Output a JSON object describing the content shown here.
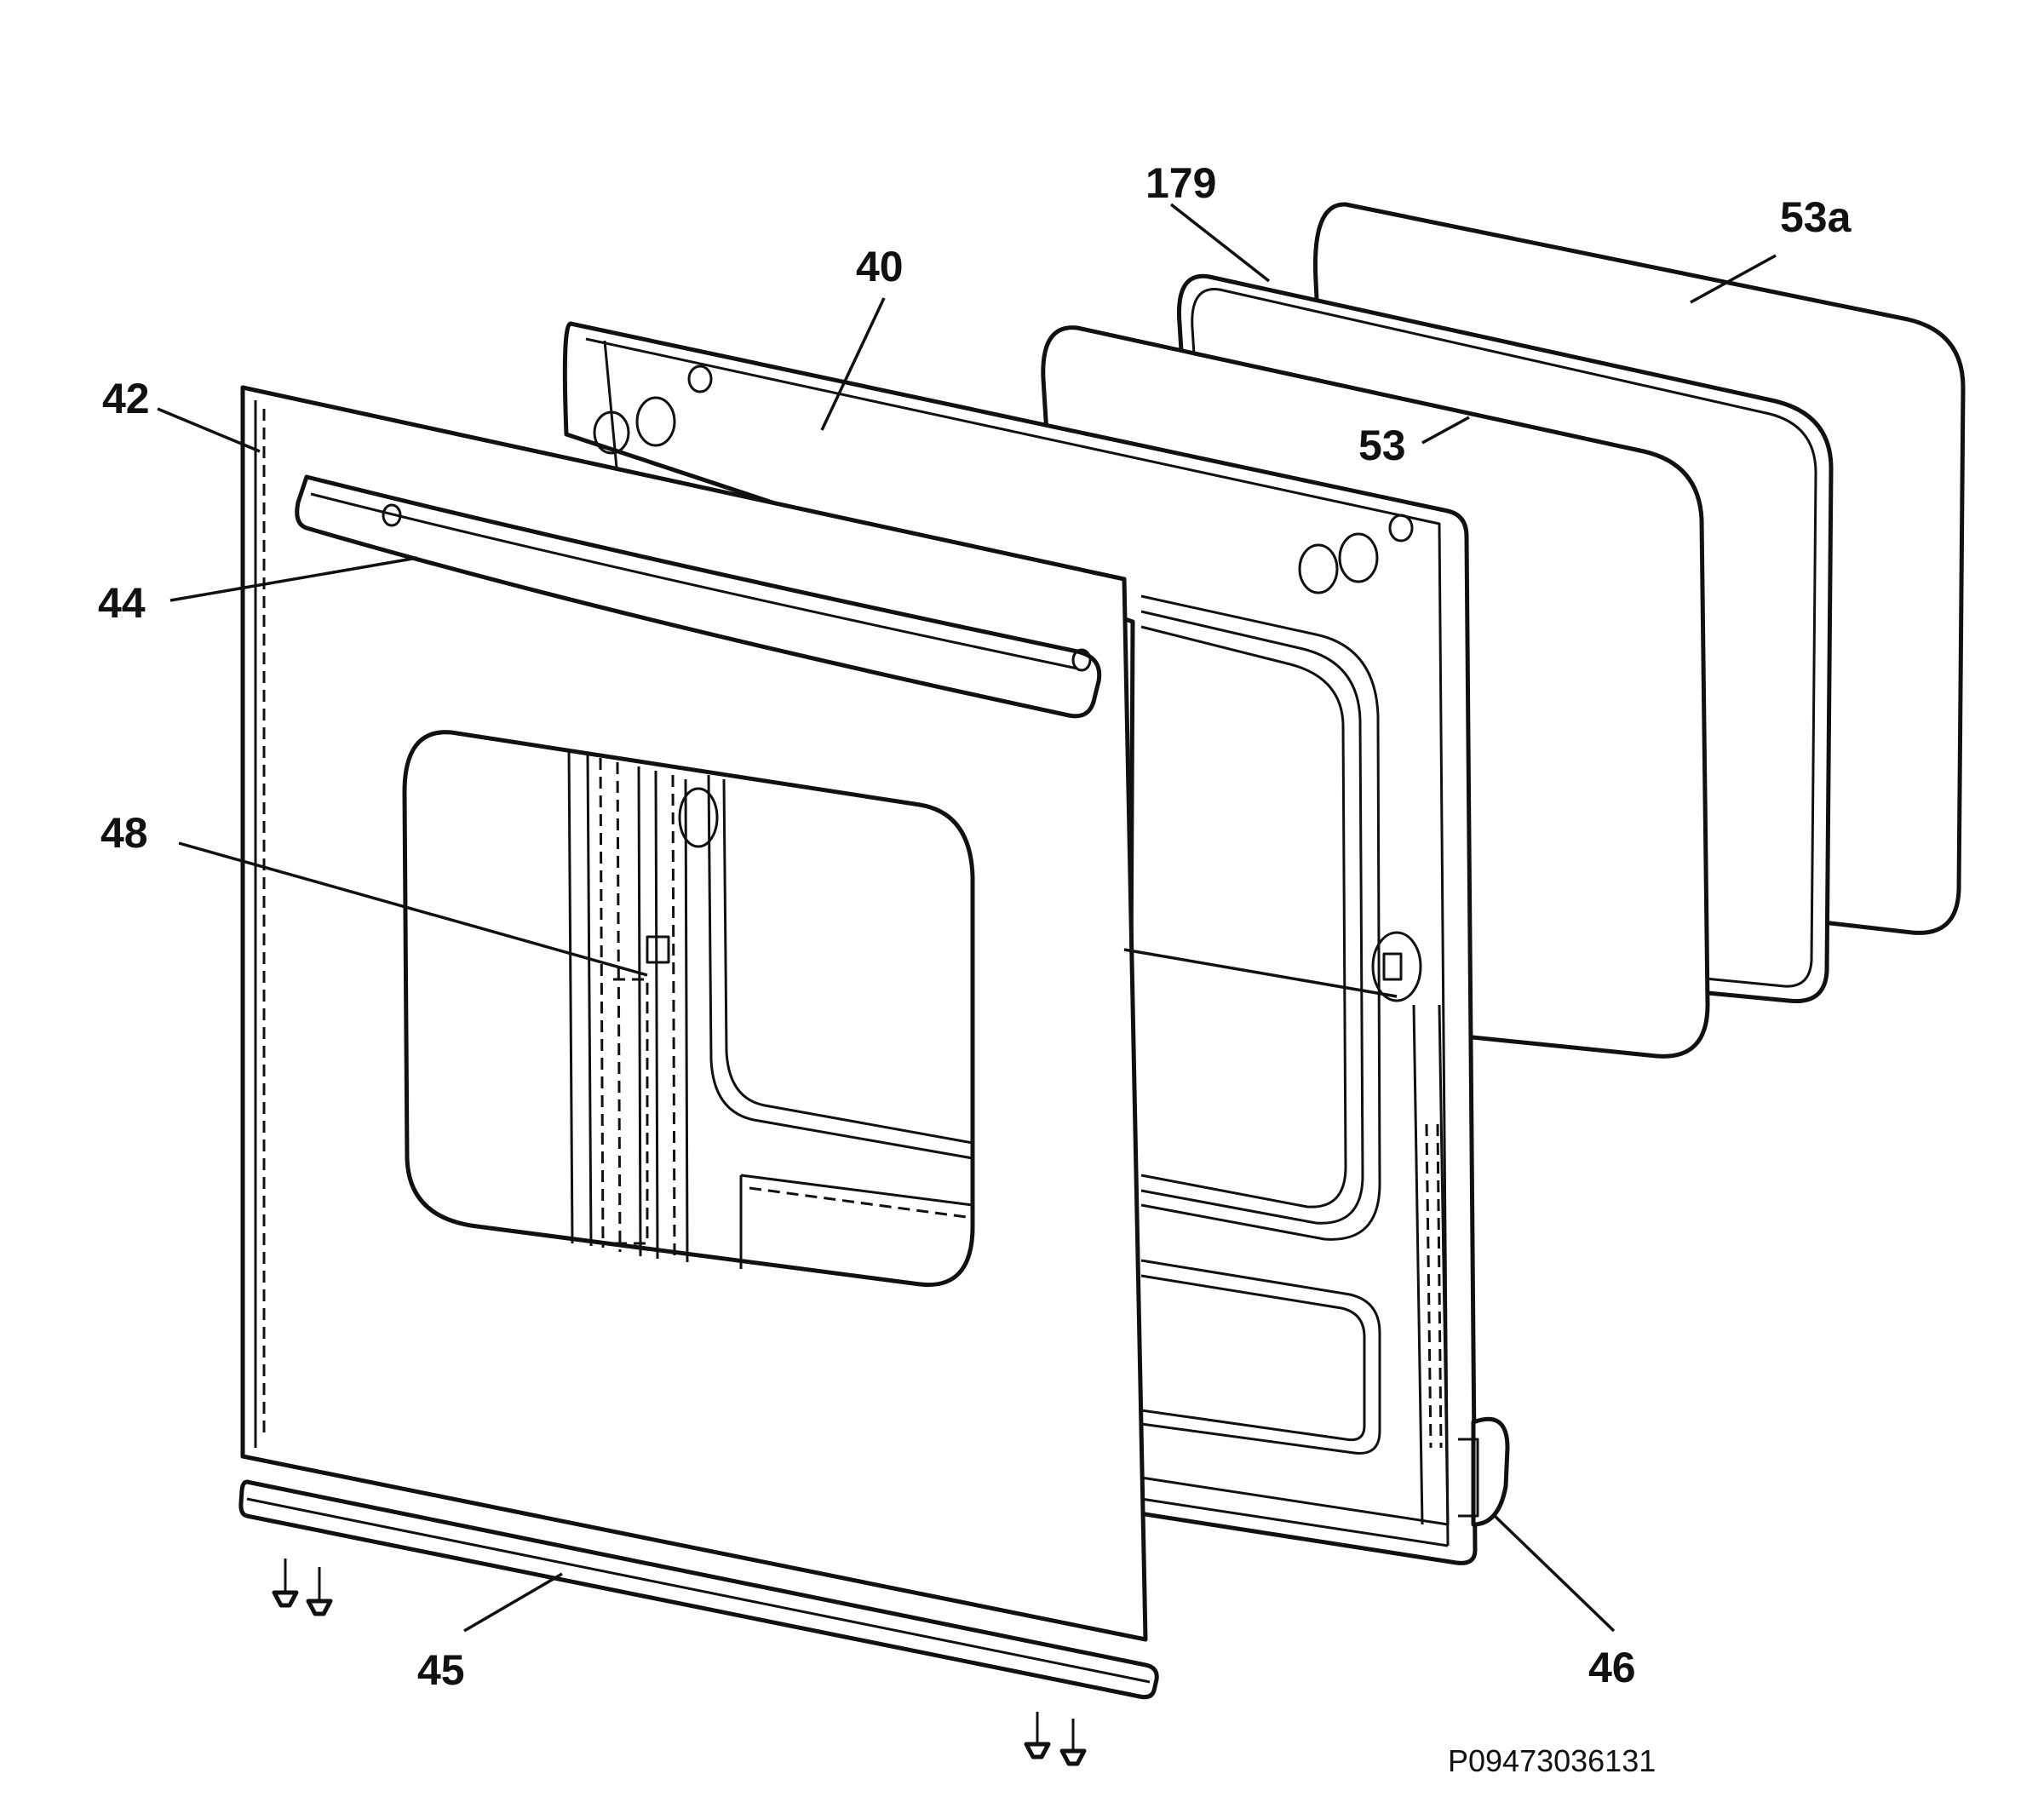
{
  "diagram": {
    "callouts": {
      "c179": "179",
      "c53a": "53a",
      "c40": "40",
      "c42": "42",
      "c53": "53",
      "c44": "44",
      "c48": "48",
      "c45": "45",
      "c46": "46"
    },
    "part_code": "P09473036131"
  }
}
